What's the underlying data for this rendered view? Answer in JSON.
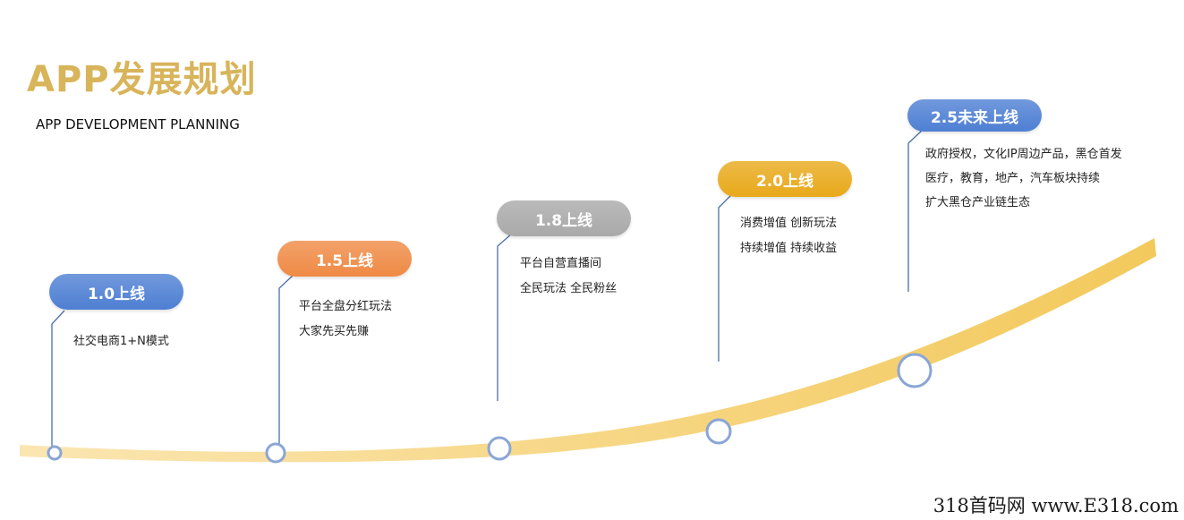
{
  "header": {
    "title": "APP发展规划",
    "subtitle": "APP  DEVELOPMENT PLANNING"
  },
  "milestones": [
    {
      "label": "1.0上线",
      "color": "#4e7fd3",
      "lines": [
        "社交电商1+N模式"
      ]
    },
    {
      "label": "1.5上线",
      "color": "#ef8a45",
      "lines": [
        "平台全盘分红玩法",
        "大家先买先赚"
      ]
    },
    {
      "label": "1.8上线",
      "color": "#a9a9a9",
      "lines": [
        "平台自营直播间",
        "全民玩法 全民粉丝"
      ]
    },
    {
      "label": "2.0上线",
      "color": "#e8a91a",
      "lines": [
        "消费增值 创新玩法",
        "持续增值 持续收益"
      ]
    },
    {
      "label": "2.5未来上线",
      "color": "#4e7fd3",
      "lines": [
        "政府授权，文化IP周边产品，黑仓首发",
        "医疗，教育，地产，汽车板块持续",
        "扩大黑仓产业链生态"
      ]
    }
  ],
  "colors": {
    "curve": "#f5d27a",
    "node_stroke": "#8aa6d6",
    "connector": "#4a6fa6"
  },
  "watermark": "318首码网  www.E318.com"
}
